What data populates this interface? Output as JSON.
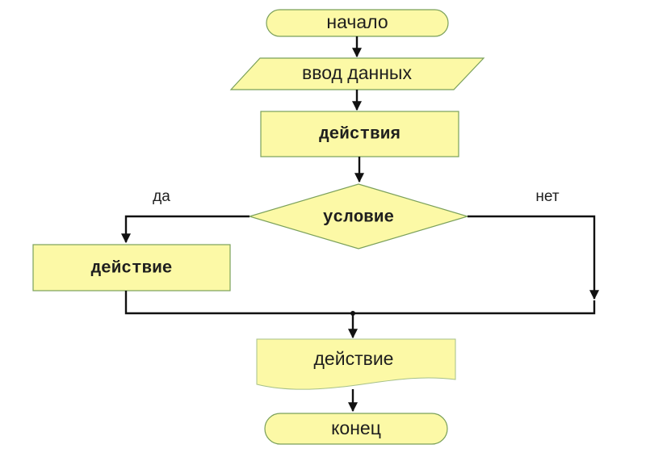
{
  "diagram": {
    "start": "начало",
    "input": "ввод данных",
    "action_main": "действия",
    "condition": "условие",
    "branch_yes": "да",
    "branch_no": "нет",
    "action_yes": "действие",
    "action_after": "действие",
    "end": "конец"
  }
}
